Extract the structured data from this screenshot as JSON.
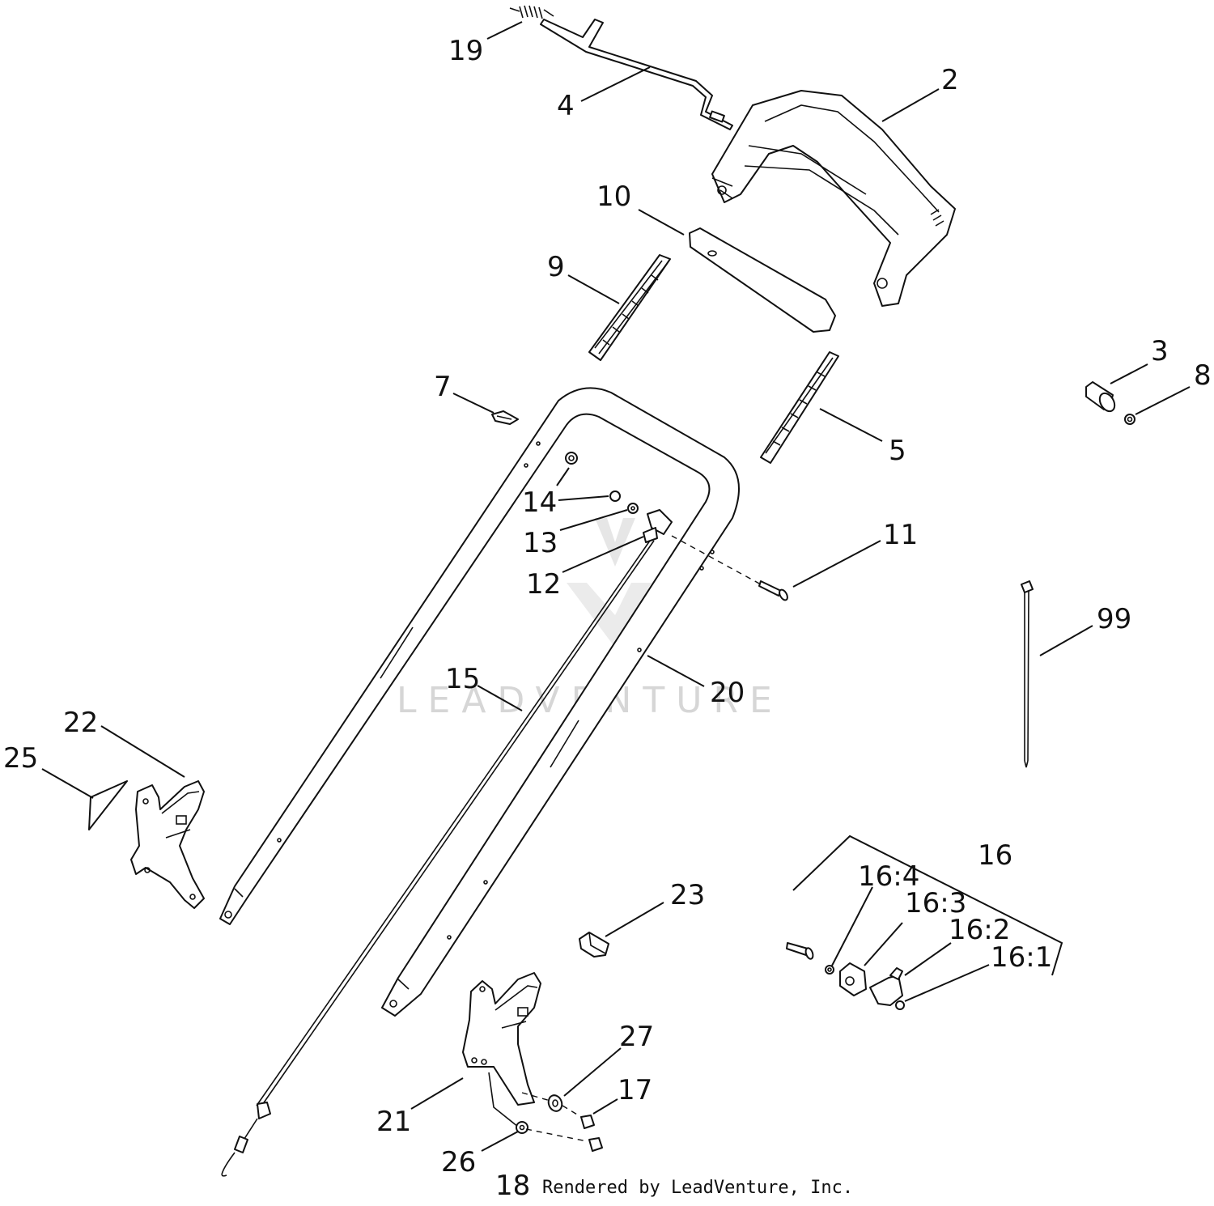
{
  "watermark": {
    "text": "LEADVENTURE"
  },
  "credit": {
    "text": "Rendered by LeadVenture, Inc."
  },
  "callouts": {
    "c19": "19",
    "c4": "4",
    "c2": "2",
    "c10": "10",
    "c9": "9",
    "c3": "3",
    "c8": "8",
    "c7": "7",
    "c5": "5",
    "c14": "14",
    "c13": "13",
    "c12": "12",
    "c11": "11",
    "c99": "99",
    "c15": "15",
    "c20": "20",
    "c22": "22",
    "c25": "25",
    "c16": "16",
    "c16_4": "16:4",
    "c16_3": "16:3",
    "c16_2": "16:2",
    "c16_1": "16:1",
    "c23": "23",
    "c27": "27",
    "c17": "17",
    "c21": "21",
    "c26": "26",
    "c18": "18"
  }
}
